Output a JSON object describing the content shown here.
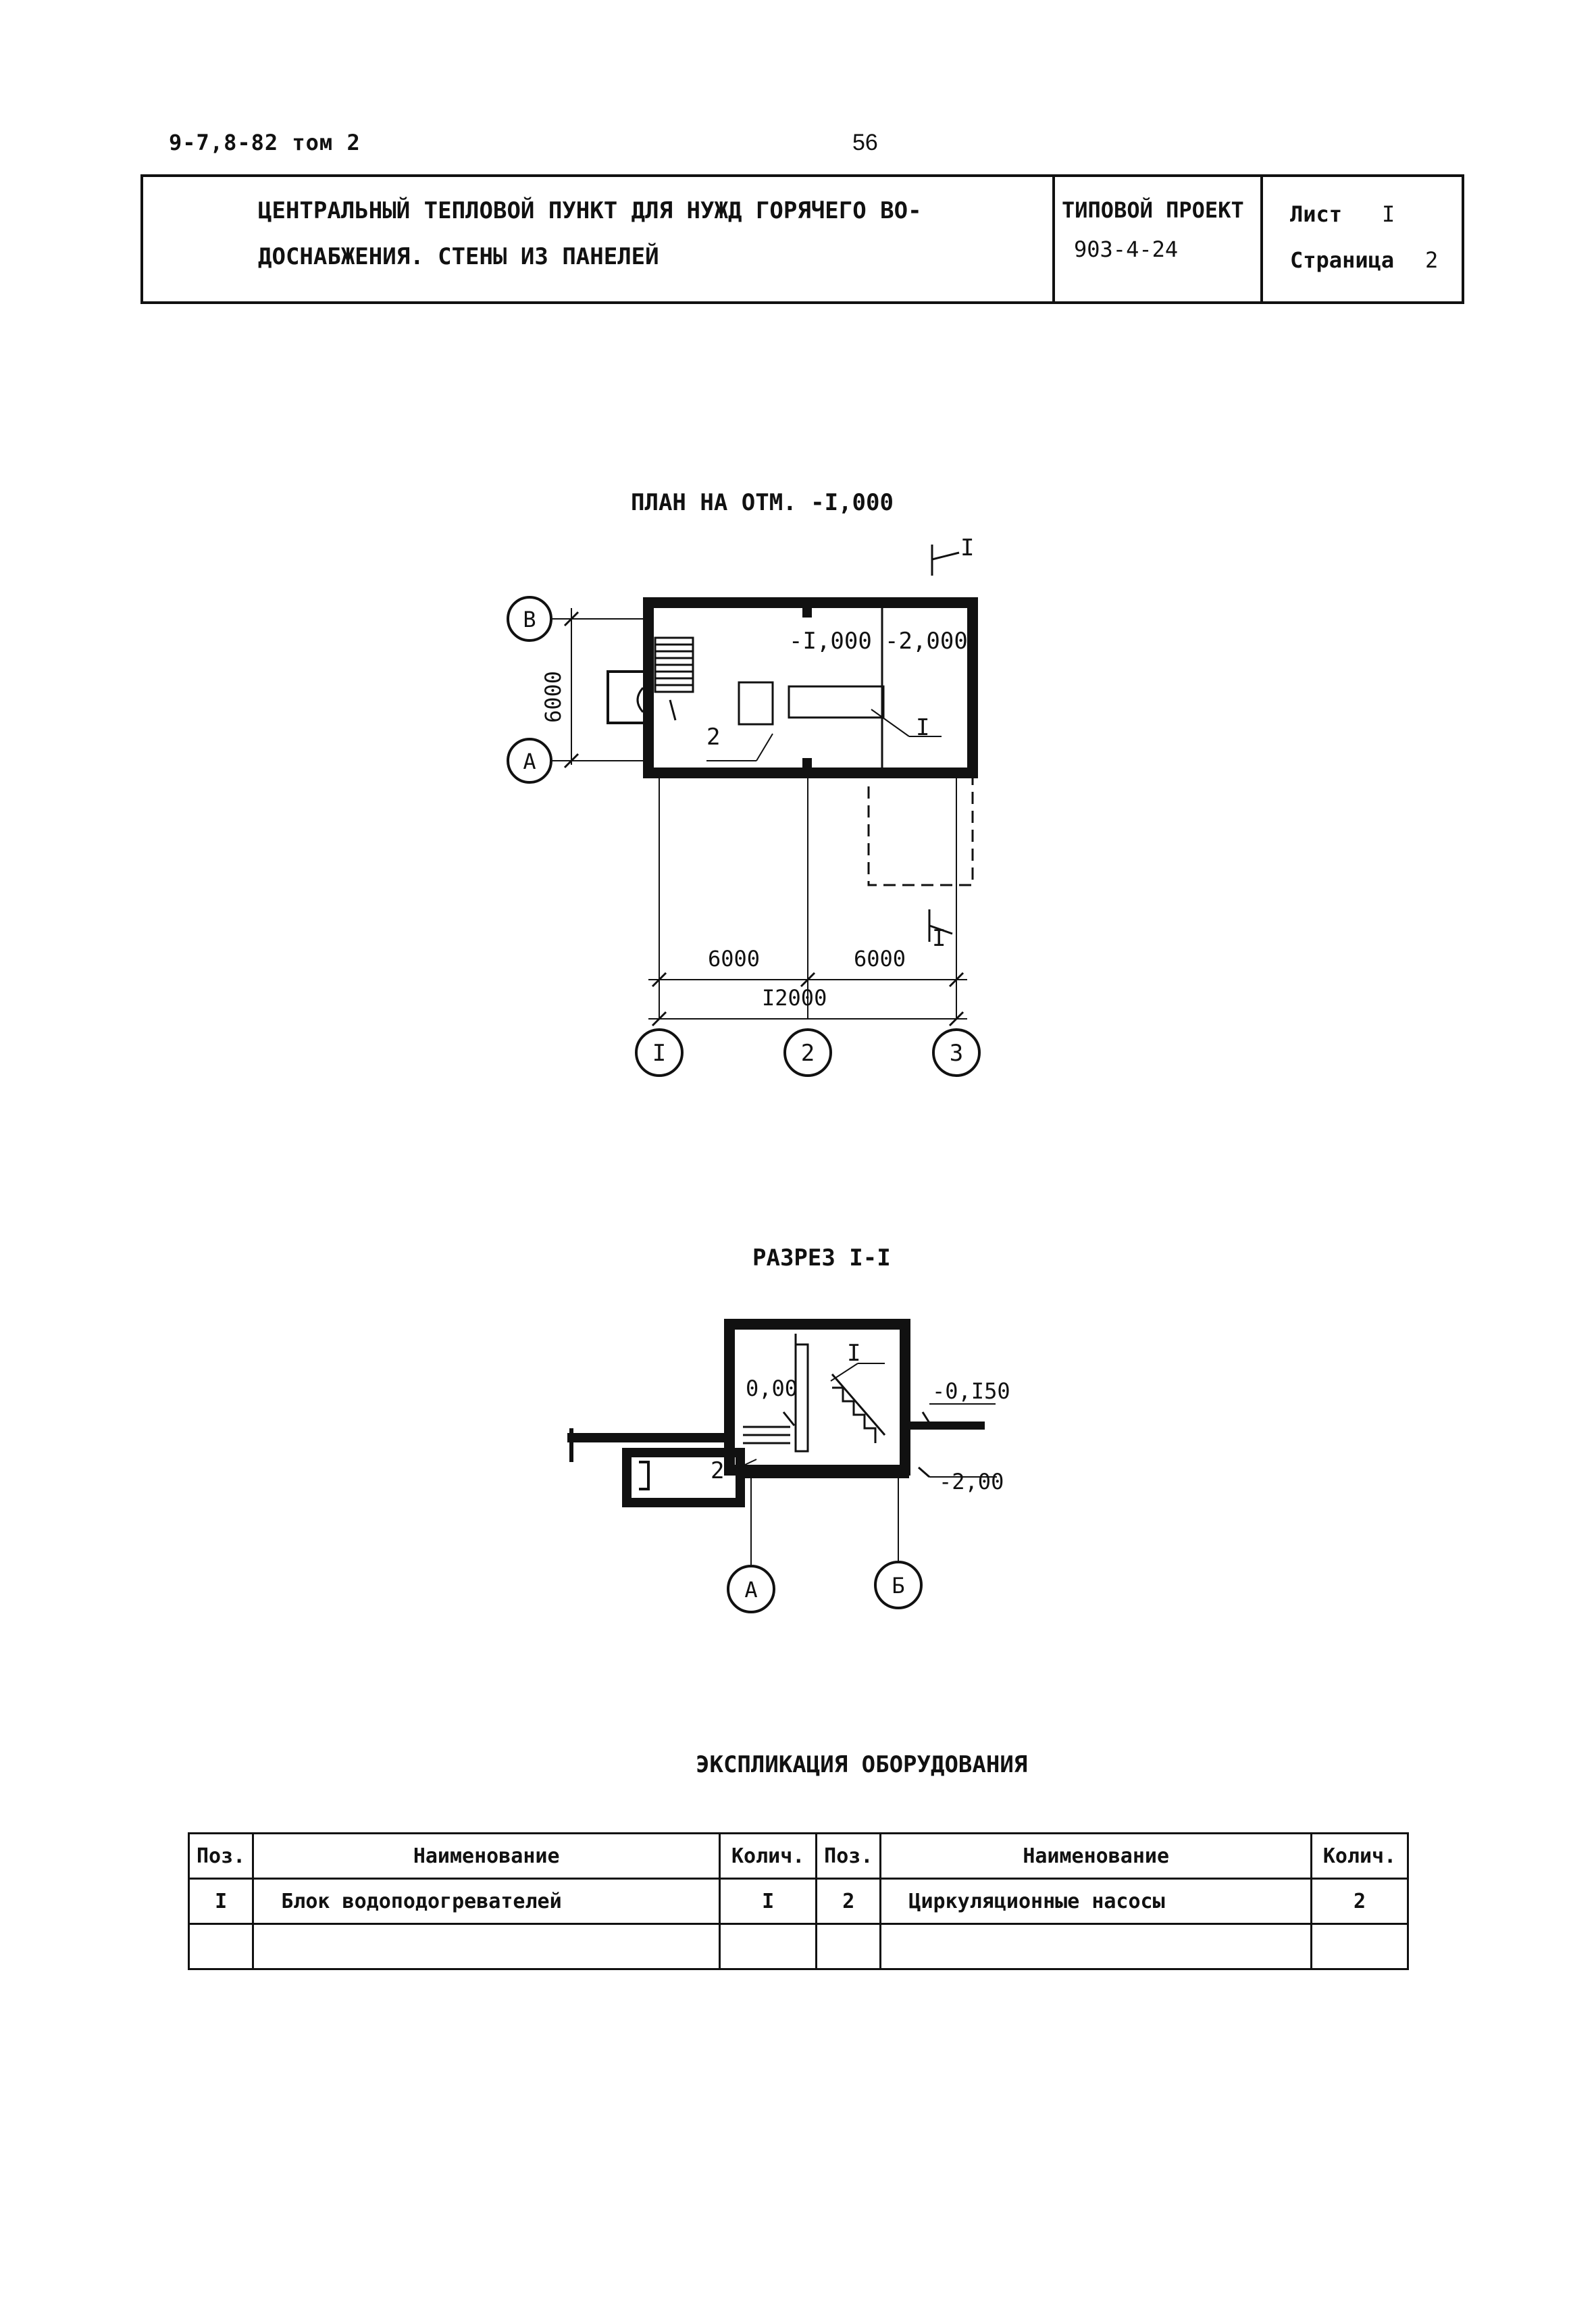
{
  "header": {
    "code": "9-7,8-82 том 2",
    "page_number": "56"
  },
  "title_block": {
    "title_line1": "ЦЕНТРАЛЬНЫЙ ТЕПЛОВОЙ ПУНКТ ДЛЯ НУЖД ГОРЯЧЕГО ВО-",
    "title_line2": "ДОСНАБЖЕНИЯ.   СТЕНЫ ИЗ ПАНЕЛЕЙ",
    "project_label": "ТИПОВОЙ ПРОЕКТ",
    "project_number": "903-4-24",
    "sheet_label": "Лист",
    "sheet_value": "I",
    "page_label": "Страница",
    "page_value": "2"
  },
  "plan": {
    "title": "ПЛАН НА ОТМ. -I,000",
    "section_mark": "I",
    "elev_1": "-I,000",
    "elev_2": "-2,000",
    "pos_1": "I",
    "pos_2": "2",
    "dim_vertical": "6000",
    "dim_left": "6000",
    "dim_right": "6000",
    "dim_total": "I2000",
    "axis_b": "В",
    "axis_a": "А",
    "axis_1": "I",
    "axis_2": "2",
    "axis_3": "3"
  },
  "section": {
    "title": "РАЗРЕЗ I-I",
    "elev_left": "0,00",
    "elev_right": "-0,I50",
    "elev_bottom": "-2,00",
    "pos_1": "I",
    "pos_2": "2",
    "axis_a": "А",
    "axis_b": "Б"
  },
  "spec": {
    "title": "ЭКСПЛИКАЦИЯ ОБОРУДОВАНИЯ",
    "headers": [
      "Поз.",
      "Наименование",
      "Колич.",
      "Поз.",
      "Наименование",
      "Колич."
    ],
    "rows": [
      [
        "I",
        "Блок водоподогревателей",
        "I",
        "2",
        "Циркуляционные насосы",
        "2"
      ],
      [
        "",
        "",
        "",
        "",
        "",
        ""
      ]
    ]
  }
}
